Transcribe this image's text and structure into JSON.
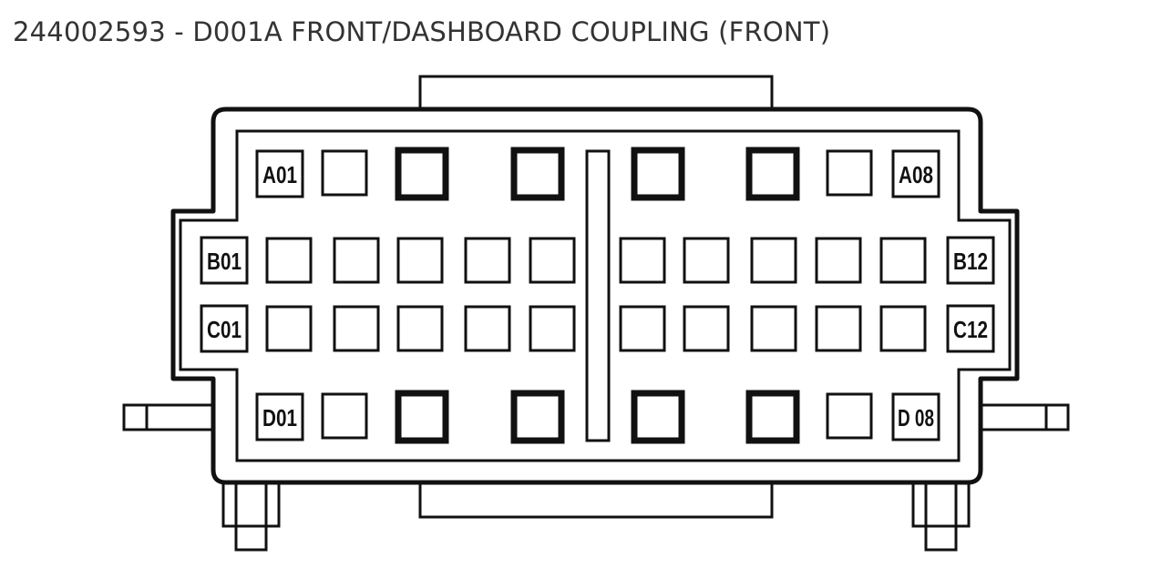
{
  "title": "244002593 - D001A FRONT/DASHBOARD COUPLING (FRONT)",
  "pin_labels": {
    "a_first": "A01",
    "a_last": "A08",
    "b_first": "B01",
    "b_last": "B12",
    "c_first": "C01",
    "c_last": "C12",
    "d_first": "D01",
    "d_last": "D 08"
  },
  "rows": {
    "a": {
      "pins": 8,
      "bold_positions": [
        3,
        4,
        5,
        6
      ]
    },
    "b": {
      "pins": 12,
      "bold_positions": []
    },
    "c": {
      "pins": 12,
      "bold_positions": []
    },
    "d": {
      "pins": 8,
      "bold_positions": [
        3,
        4,
        5,
        6
      ]
    }
  },
  "colors": {
    "line": "#111111",
    "title_text": "#333333",
    "background": "#ffffff"
  }
}
